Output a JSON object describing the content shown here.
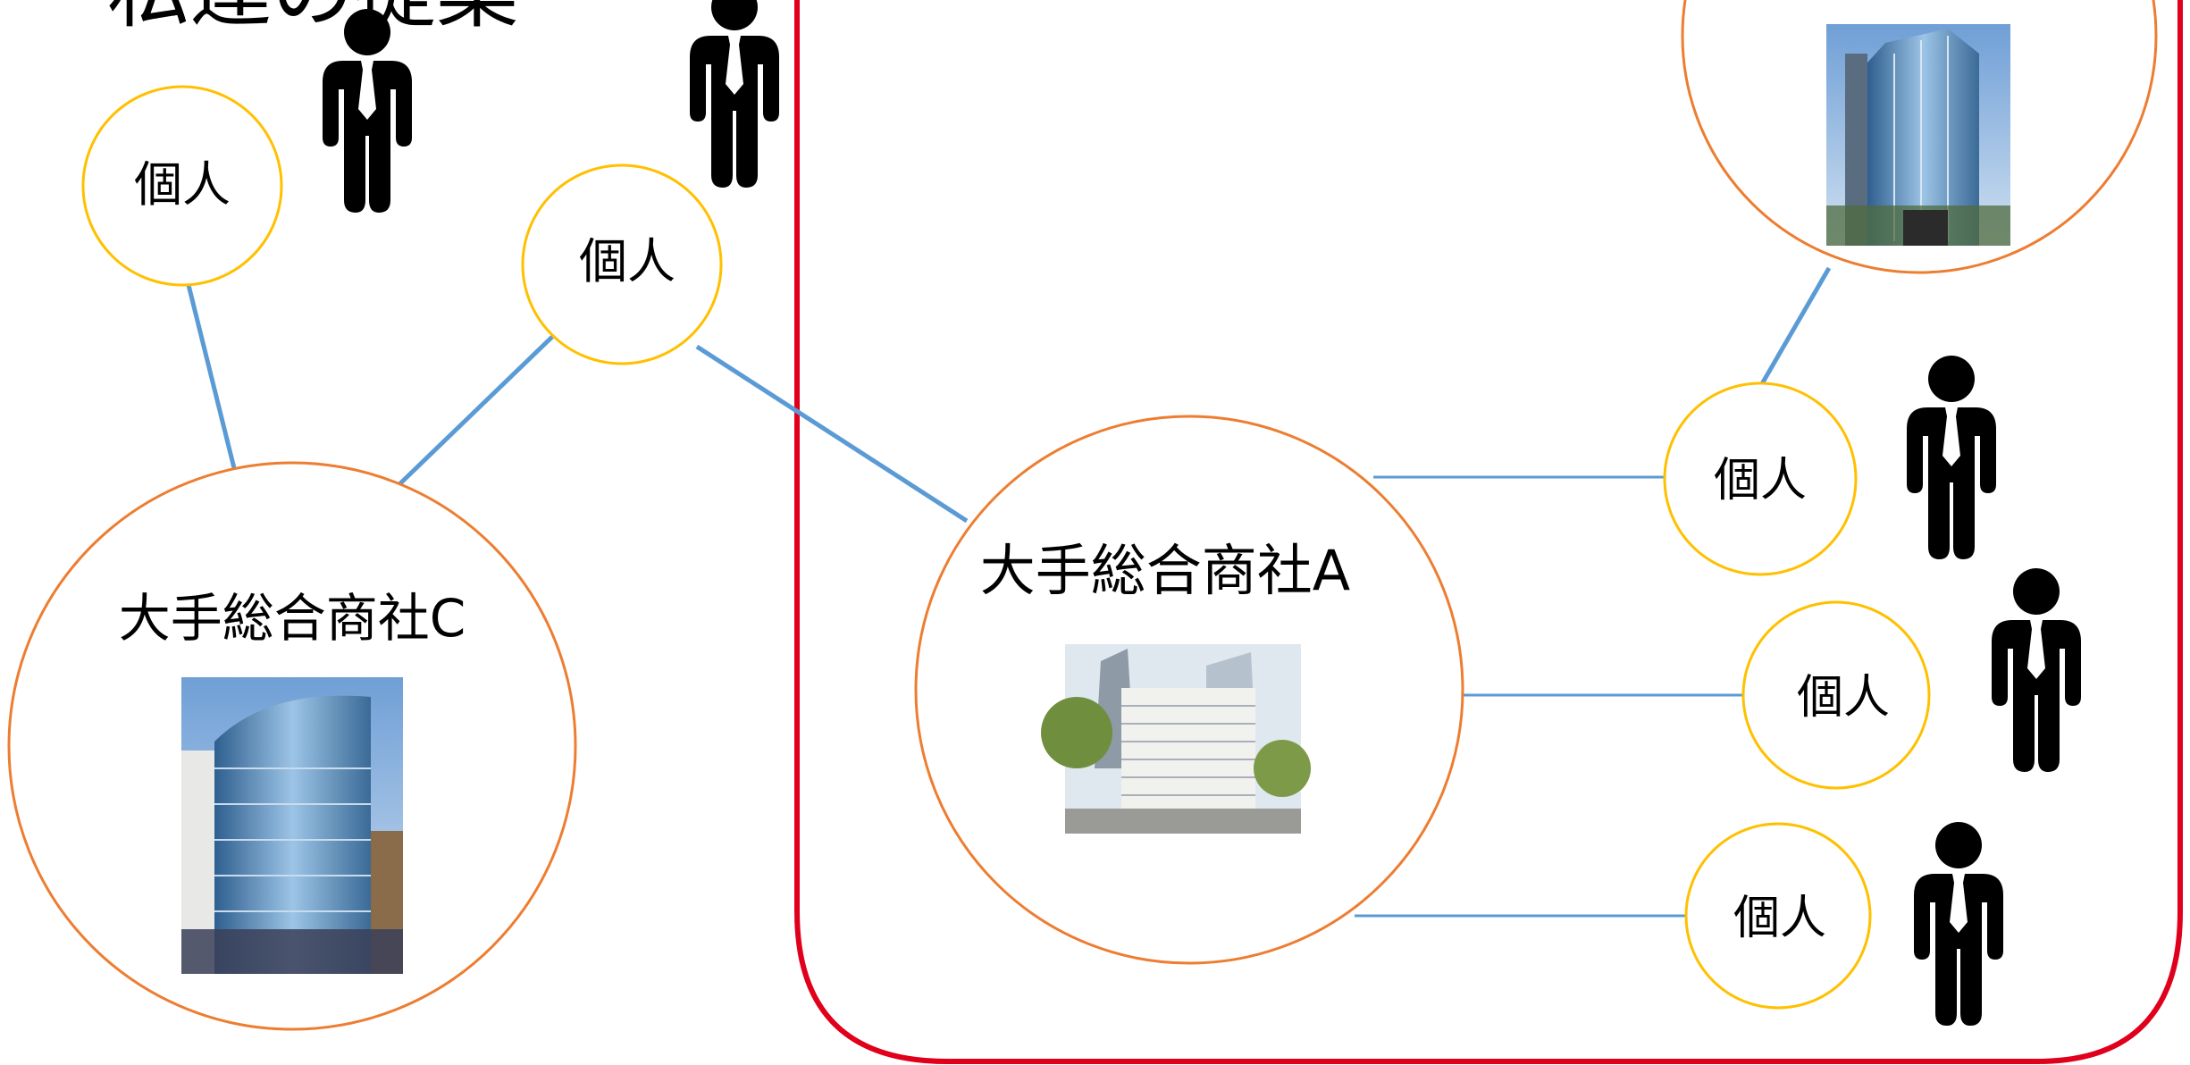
{
  "slide": {
    "title_fragment": "私達の提案"
  },
  "nodes": {
    "company_c": {
      "label": "大手総合商社C"
    },
    "company_a": {
      "label": "大手総合商社A"
    },
    "person_label": "個人"
  },
  "colors": {
    "company_circle": "#ED7D31",
    "person_circle": "#FFC000",
    "connector": "#5B9BD5",
    "frame": "#E0001B",
    "figure": "#000000"
  },
  "icons": [
    "person-icon",
    "building-photo"
  ]
}
